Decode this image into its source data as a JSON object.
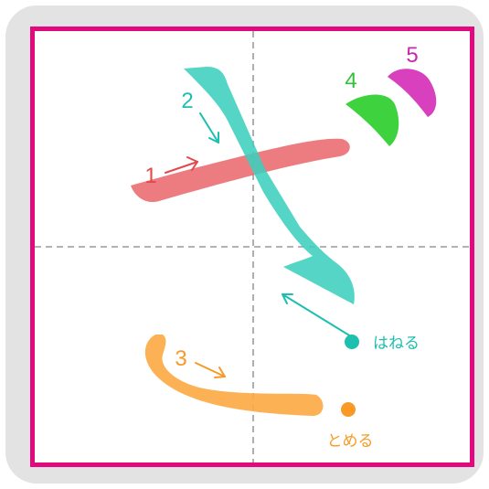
{
  "colors": {
    "border": "#e4087f",
    "card_background": "#e3e3e3",
    "guide_line": "#9a9a9a",
    "stroke1": "#e96a6e",
    "stroke2": "#3ecfbd",
    "stroke3": "#fcaa45",
    "stroke4": "#3ed23e",
    "stroke5": "#d840be"
  },
  "strokes": [
    {
      "number": "1",
      "color": "#e96a6e"
    },
    {
      "number": "2",
      "color": "#3ecfbd"
    },
    {
      "number": "3",
      "color": "#fcaa45"
    },
    {
      "number": "4",
      "color": "#3ed23e"
    },
    {
      "number": "5",
      "color": "#d840be"
    }
  ],
  "annotations": {
    "hane": {
      "label": "はねる",
      "color": "#1dbfae"
    },
    "tome": {
      "label": "とめる",
      "color": "#f89a25"
    }
  }
}
